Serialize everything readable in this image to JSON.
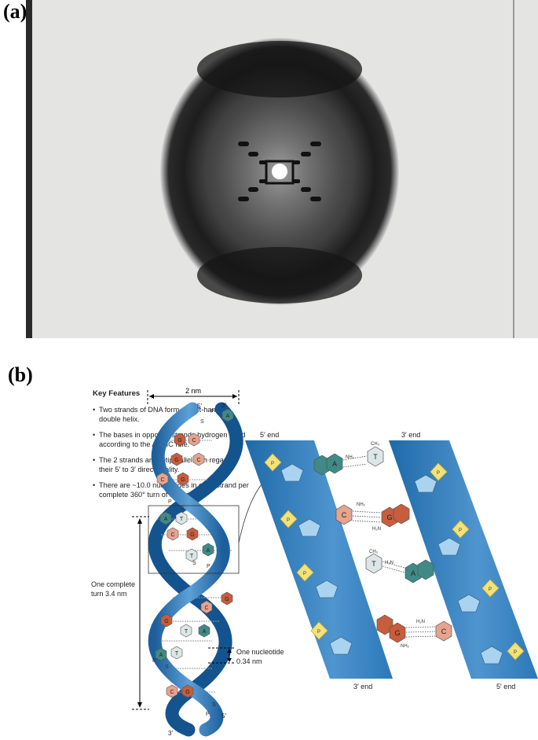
{
  "panels": {
    "a": "(a)",
    "b": "(b)"
  },
  "key_features": {
    "title": "Key Features",
    "items": [
      "Two strands of DNA form a right-handed double helix.",
      "The bases in opposite strands hydrogen bond according to the AT/GC rule.",
      "The 2 strands are antiparallel with regard to their 5′ to 3′ directionality.",
      "There are ~10.0 nucleotides in each strand per complete 360° turn of the helix."
    ]
  },
  "helix": {
    "width_label": "2 nm",
    "top_left_end": "5′",
    "top_right_end": "3′",
    "bottom_left_end": "3′",
    "bottom_right_end": "5′",
    "turn_label_1": "One complete",
    "turn_label_2": "turn 3.4 nm",
    "nucleotide_label_1": "One nucleotide",
    "nucleotide_label_2": "0.34 nm",
    "backbone_letters": {
      "phosphate": "P",
      "sugar": "S"
    }
  },
  "detail": {
    "top_left": "5′ end",
    "top_right": "3′ end",
    "bottom_left": "3′ end",
    "bottom_right": "5′ end",
    "phosphate": "P",
    "methyl": "CH₃",
    "amino": "NH₂",
    "amino_rev": "H₂N",
    "pairs": [
      {
        "left": "A",
        "right": "T"
      },
      {
        "left": "C",
        "right": "G"
      },
      {
        "left": "T",
        "right": "A"
      },
      {
        "left": "G",
        "right": "C"
      }
    ]
  },
  "colors": {
    "A": "#3f8a86",
    "T": "#dde6e6",
    "G": "#c75d3c",
    "C": "#e6a38e",
    "strand": "#2d78b8",
    "phosphate": "#f3e27a"
  }
}
